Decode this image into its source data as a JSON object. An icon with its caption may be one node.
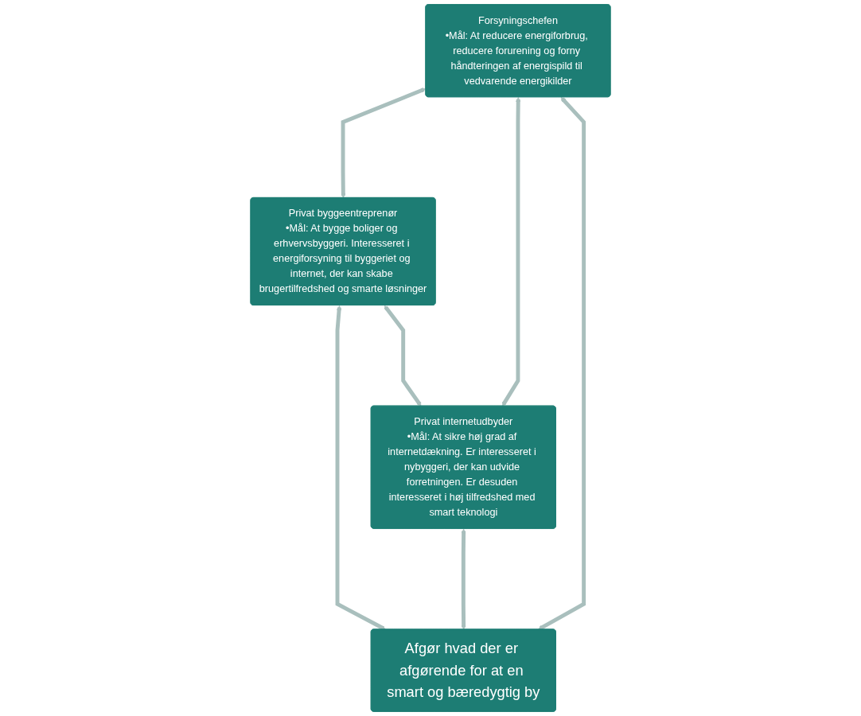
{
  "diagram": {
    "nodes": [
      {
        "text": [
          "Forsyningschefen",
          "•Mål: At reducere energiforbrug, reducere forurening og forny håndteringen af energispild til vedvarende energikilder"
        ]
      },
      {
        "text": [
          "Privat byggeentreprenør",
          "•Mål: At bygge boliger og erhvervsbyggeri. Interesseret i energiforsyning til byggeriet og internet, der kan skabe brugertilfredshed og smarte løsninger"
        ]
      },
      {
        "text": [
          "Privat internetudbyder",
          "•Mål: At sikre høj grad af internetdækning. Er interesseret i nybyggeri, der kan udvide forretningen. Er desuden interesseret i høj tilfredshed med smart teknologi"
        ]
      },
      {
        "text": [
          "Afgør hvad der er afgørende for at en smart og bæredygtig by"
        ]
      }
    ],
    "edges": [
      {
        "from": 0,
        "to": 1,
        "arrow": "both"
      },
      {
        "from": 0,
        "to": 2,
        "arrow": "both"
      },
      {
        "from": 1,
        "to": 3,
        "arrow": "both"
      },
      {
        "from": 2,
        "to": 3,
        "arrow": "both"
      },
      {
        "from": 0,
        "to": 3,
        "arrow": "both"
      },
      {
        "from": 1,
        "to": 2,
        "arrow": "both"
      }
    ]
  }
}
